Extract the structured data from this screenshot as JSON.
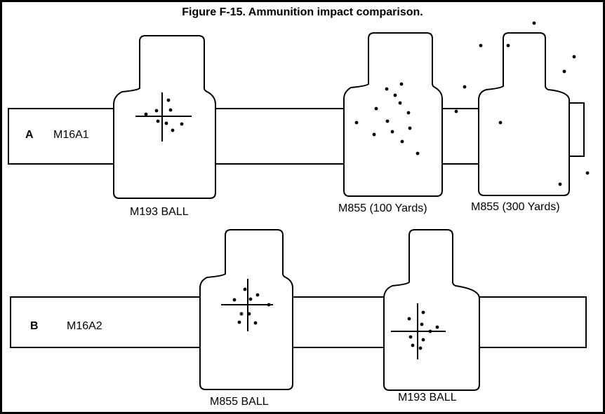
{
  "title": "Figure F-15.  Ammunition impact comparison.",
  "rows": [
    {
      "letter": "A",
      "weapon": "M16A1",
      "targets": [
        {
          "caption": "M193 BALL",
          "crosshair": true
        },
        {
          "caption": "M855 (100 Yards)",
          "crosshair": false
        },
        {
          "caption": "M855  (300 Yards)",
          "crosshair": false
        }
      ]
    },
    {
      "letter": "B",
      "weapon": "M16A2",
      "targets": [
        {
          "caption": "M855  BALL",
          "crosshair": true
        },
        {
          "caption": "M193 BALL",
          "crosshair": true
        }
      ]
    }
  ],
  "colors": {
    "ink": "#000000",
    "paper": "#ffffff"
  }
}
